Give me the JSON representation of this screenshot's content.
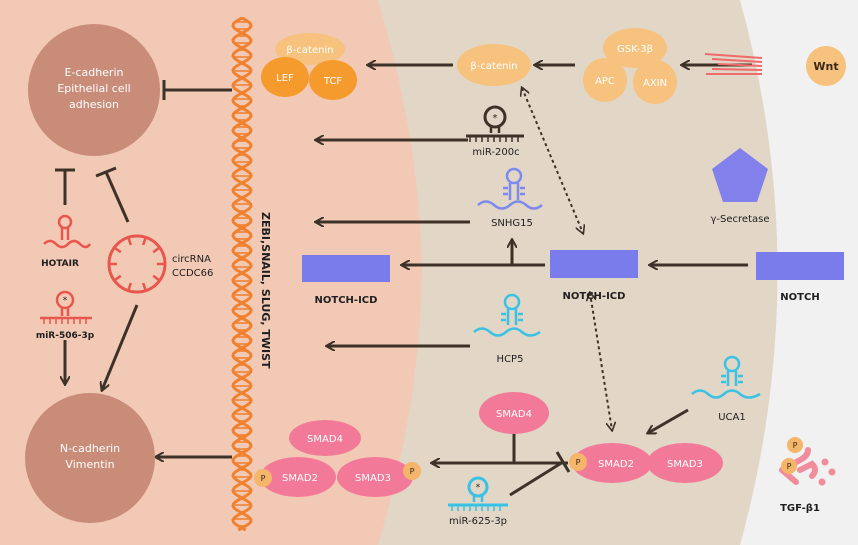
{
  "colors": {
    "nucleus": "#f2c9b4",
    "cytoplasm": "#e2d6c6",
    "outside": "#f1f1f1",
    "node_circle": "#c98c79",
    "dna": "#f0812f",
    "orange_light": "#f6c27d",
    "orange_dark": "#f59a2d",
    "smad_pink": "#f27a98",
    "phospho": "#f5b56a",
    "notch_box": "#7b7cec",
    "gamma_pentagon": "#8280ea",
    "red_rna": "#e8574d",
    "blue_rna": "#7d89ec",
    "cyan_rna": "#39c2e4",
    "arrow": "#3d3228",
    "wnt_stripes": "#ef6a6a",
    "tgf_receptor": "#f08c9b"
  },
  "nodes": {
    "ecadherin": [
      "E-cadherin",
      "Epithelial cell",
      "adhesion"
    ],
    "ncadherin": [
      "N-cadherin",
      "Vimentin"
    ]
  },
  "nucleus_factors": {
    "label": "ZEBI,SNAIL, SLUG, TWIST"
  },
  "proteins": {
    "bcatenin_nuclear": "β-catenin",
    "lef": "LEF",
    "tcf": "TCF",
    "bcatenin_cyto": "β-catenin",
    "gsk3b": "GSK-3β",
    "apc": "APC",
    "axin": "AXIN",
    "wnt": "Wnt",
    "gamma_secretase": "γ-Secretase",
    "smad4_nuclear": "SMAD4",
    "smad2_nuclear": "SMAD2",
    "smad3_nuclear": "SMAD3",
    "smad4_cyto": "SMAD4",
    "smad2_cyto": "SMAD2",
    "smad3_cyto": "SMAD3",
    "phospho": "P",
    "tgfb1": "TGF-β1"
  },
  "notch": {
    "notch_icd_nuclear": "NOTCH-ICD",
    "notch_icd_cyto": "NOTCH-ICD",
    "notch": "NOTCH"
  },
  "rnas": {
    "hotair": "HOTAIR",
    "mir506": "miR-506-3p",
    "circrna": [
      "circRNA",
      "CCDC66"
    ],
    "mir200c": "miR-200c",
    "snhg15": "SNHG15",
    "hcp5": "HCP5",
    "uca1": "UCA1",
    "mir625": "miR-625-3p"
  }
}
